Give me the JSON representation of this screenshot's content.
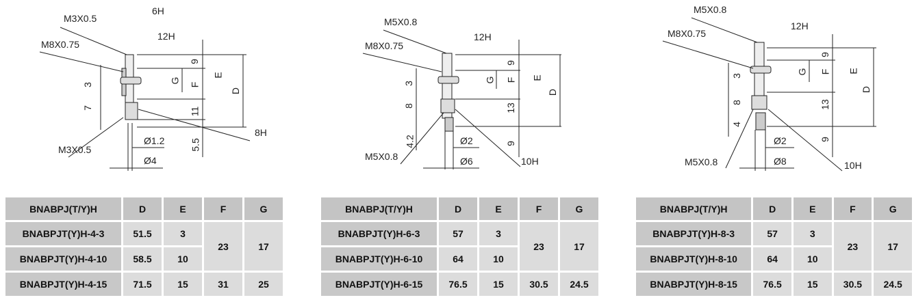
{
  "panels": [
    {
      "labels": [
        "M3X0.5",
        "6H",
        "12H",
        "M8X0.75",
        "3",
        "7",
        "G",
        "F",
        "9",
        "E",
        "D",
        "11",
        "8H",
        "5.5",
        "Ø1.2",
        "M3X0.5",
        "Ø4"
      ]
    },
    {
      "labels": [
        "M5X0.8",
        "12H",
        "M8X0.75",
        "9",
        "3",
        "G",
        "F",
        "E",
        "D",
        "8",
        "13",
        "4.2",
        "9",
        "Ø2",
        "M5X0.8",
        "10H",
        "Ø6"
      ]
    },
    {
      "labels": [
        "M5X0.8",
        "12H",
        "M8X0.75",
        "9",
        "3",
        "G",
        "F",
        "E",
        "D",
        "8",
        "13",
        "4",
        "9",
        "Ø2",
        "M5X0.8",
        "10H",
        "Ø8"
      ]
    }
  ],
  "tables": [
    {
      "header": [
        "BNABPJ(T/Y)H",
        "D",
        "E",
        "F",
        "G"
      ],
      "rows": [
        [
          "BNABPJT(Y)H-4-3",
          "51.5",
          "3"
        ],
        [
          "BNABPJT(Y)H-4-10",
          "58.5",
          "10"
        ],
        [
          "BNABPJT(Y)H-4-15",
          "71.5",
          "15",
          "31",
          "25"
        ]
      ],
      "merged_f": "23",
      "merged_g": "17"
    },
    {
      "header": [
        "BNABPJ(T/Y)H",
        "D",
        "E",
        "F",
        "G"
      ],
      "rows": [
        [
          "BNABPJT(Y)H-6-3",
          "57",
          "3"
        ],
        [
          "BNABPJT(Y)H-6-10",
          "64",
          "10"
        ],
        [
          "BNABPJT(Y)H-6-15",
          "76.5",
          "15",
          "30.5",
          "24.5"
        ]
      ],
      "merged_f": "23",
      "merged_g": "17"
    },
    {
      "header": [
        "BNABPJ(T/Y)H",
        "D",
        "E",
        "F",
        "G"
      ],
      "rows": [
        [
          "BNABPJT(Y)H-8-3",
          "57",
          "3"
        ],
        [
          "BNABPJT(Y)H-8-10",
          "64",
          "10"
        ],
        [
          "BNABPJT(Y)H-8-15",
          "76.5",
          "15",
          "30.5",
          "24.5"
        ]
      ],
      "merged_f": "23",
      "merged_g": "17"
    }
  ]
}
